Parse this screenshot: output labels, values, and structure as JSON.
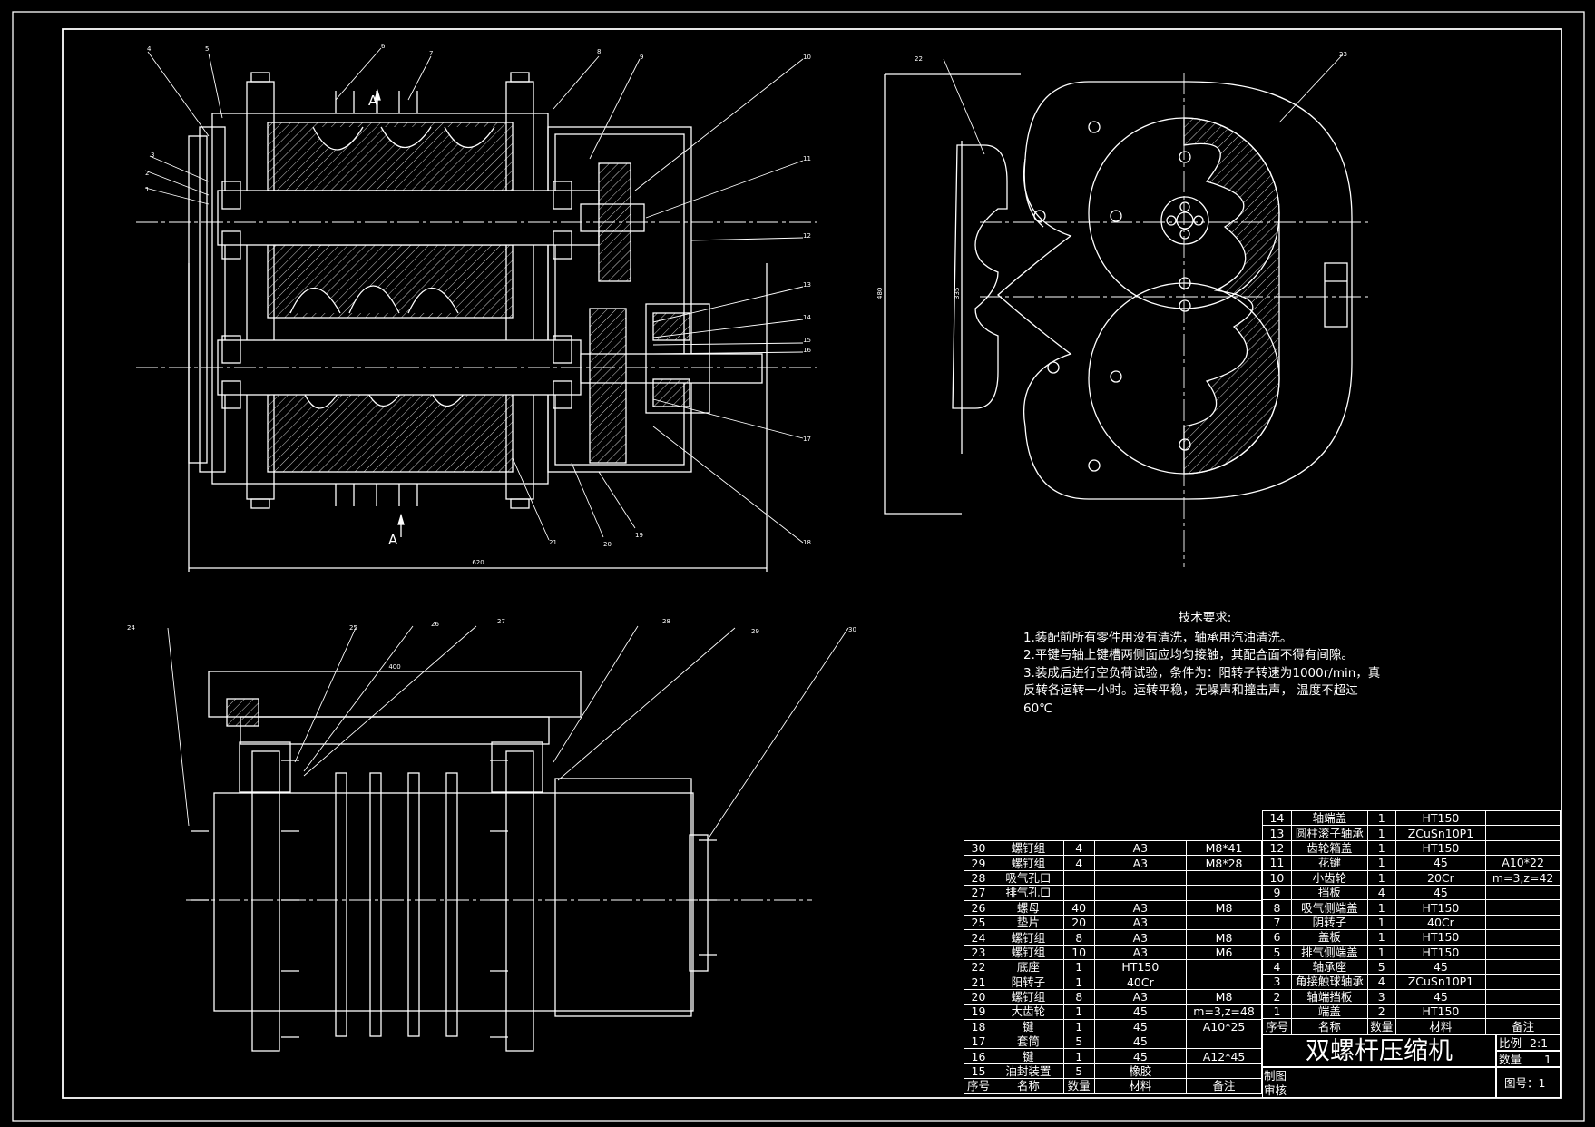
{
  "title_block": {
    "machine_name": "双螺杆压缩机",
    "scale_label": "比例",
    "scale_value": "2:1",
    "qty_label": "数量",
    "qty_value": "1",
    "drawn_label": "制图",
    "check_label": "审核",
    "drawing_no": "图号：1"
  },
  "tech_requirements": {
    "heading": "技术要求:",
    "items": [
      "1.装配前所有零件用没有清洗，轴承用汽油清洗。",
      "2.平键与轴上键槽两侧面应均匀接触，其配合面不得有间隙。",
      "3.装成后进行空负荷试验，条件为：阳转子转速为1000r/min，真",
      "反转各运转一小时。运转平稳，无噪声和撞击声，      温度不超过",
      "60℃"
    ]
  },
  "bom_header": [
    "序号",
    "名称",
    "数量",
    "材料",
    "备注"
  ],
  "bom_left": [
    [
      "30",
      "螺钉组",
      "4",
      "A3",
      "M8*41"
    ],
    [
      "29",
      "螺钉组",
      "4",
      "A3",
      "M8*28"
    ],
    [
      "28",
      "吸气孔口",
      "",
      "",
      ""
    ],
    [
      "27",
      "排气孔口",
      "",
      "",
      ""
    ],
    [
      "26",
      "螺母",
      "40",
      "A3",
      "M8"
    ],
    [
      "25",
      "垫片",
      "20",
      "A3",
      ""
    ],
    [
      "24",
      "螺钉组",
      "8",
      "A3",
      "M8"
    ],
    [
      "23",
      "螺钉组",
      "10",
      "A3",
      "M6"
    ],
    [
      "22",
      "底座",
      "1",
      "HT150",
      ""
    ],
    [
      "21",
      "阳转子",
      "1",
      "40Cr",
      ""
    ],
    [
      "20",
      "螺钉组",
      "8",
      "A3",
      "M8"
    ],
    [
      "19",
      "大齿轮",
      "1",
      "45",
      "m=3,z=48"
    ],
    [
      "18",
      "键",
      "1",
      "45",
      "A10*25"
    ],
    [
      "17",
      "套筒",
      "5",
      "45",
      ""
    ],
    [
      "16",
      "键",
      "1",
      "45",
      "A12*45"
    ],
    [
      "15",
      "油封装置",
      "5",
      "橡胶",
      ""
    ]
  ],
  "bom_right": [
    [
      "14",
      "轴端盖",
      "1",
      "HT150",
      ""
    ],
    [
      "13",
      "圆柱滚子轴承",
      "1",
      "ZCuSn10P1",
      ""
    ],
    [
      "12",
      "齿轮箱盖",
      "1",
      "HT150",
      ""
    ],
    [
      "11",
      "花键",
      "1",
      "45",
      "A10*22"
    ],
    [
      "10",
      "小齿轮",
      "1",
      "20Cr",
      "m=3,z=42"
    ],
    [
      "9",
      "挡板",
      "4",
      "45",
      ""
    ],
    [
      "8",
      "吸气侧端盖",
      "1",
      "HT150",
      ""
    ],
    [
      "7",
      "阴转子",
      "1",
      "40Cr",
      ""
    ],
    [
      "6",
      "盖板",
      "1",
      "HT150",
      ""
    ],
    [
      "5",
      "排气侧端盖",
      "1",
      "HT150",
      ""
    ],
    [
      "4",
      "轴承座",
      "5",
      "45",
      ""
    ],
    [
      "3",
      "角接触球轴承",
      "4",
      "ZCuSn10P1",
      ""
    ],
    [
      "2",
      "轴端挡板",
      "3",
      "45",
      ""
    ],
    [
      "1",
      "端盖",
      "2",
      "HT150",
      ""
    ]
  ],
  "view_labels": {
    "section_a_top": "A",
    "section_a_bottom": "A",
    "dim_front_width": "620",
    "dim_side_height": "480",
    "dim_side_inner": "335",
    "dim_plan_width": "400"
  },
  "callouts_front": [
    "4",
    "5",
    "6",
    "7",
    "8",
    "9",
    "10",
    "11",
    "12",
    "13",
    "14",
    "15",
    "16",
    "17",
    "18",
    "19",
    "20",
    "21",
    "3",
    "2",
    "1"
  ],
  "callouts_side": [
    "22",
    "23"
  ],
  "callouts_plan": [
    "24",
    "25",
    "26",
    "27",
    "28",
    "29",
    "30"
  ]
}
